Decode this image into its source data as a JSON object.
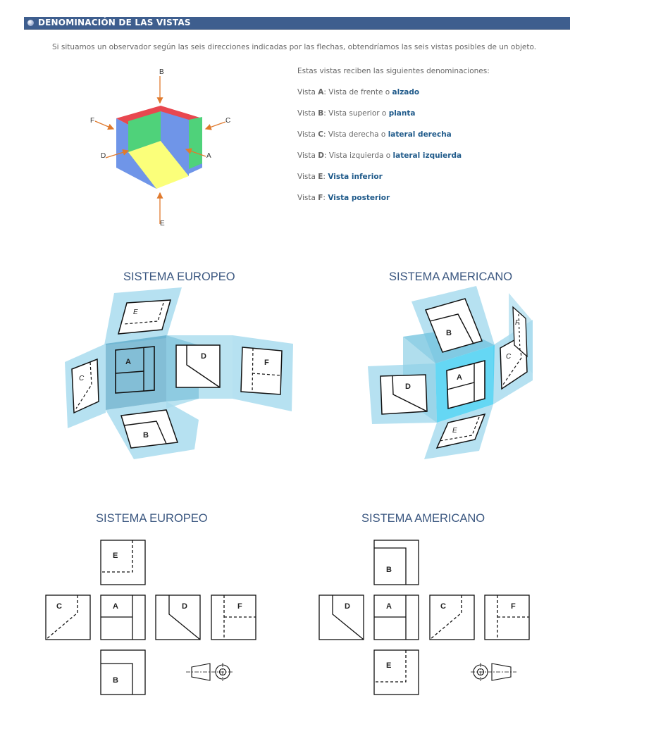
{
  "header": {
    "title": "DENOMINACIÓN DE LAS VISTAS"
  },
  "intro": "Si situamos un observador según las seis direcciones indicadas por las flechas, obtendríamos las seis vistas posibles de un objeto.",
  "views_lead": "Estas vistas reciben las siguientes denominaciones:",
  "views": [
    {
      "prefix": "Vista ",
      "letter": "A",
      "text": ": Vista de frente o ",
      "term": "alzado"
    },
    {
      "prefix": "Vista ",
      "letter": "B",
      "text": ": Vista superior o ",
      "term": "planta"
    },
    {
      "prefix": "Vista ",
      "letter": "C",
      "text": ": Vista derecha o ",
      "term": "lateral derecha"
    },
    {
      "prefix": "Vista ",
      "letter": "D",
      "text": ": Vista izquierda o ",
      "term": "lateral izquierda"
    },
    {
      "prefix": "Vista ",
      "letter": "E",
      "text": ": ",
      "term": "Vista inferior"
    },
    {
      "prefix": "Vista ",
      "letter": "F",
      "text": ": ",
      "term": "Vista posterior"
    }
  ],
  "cube_arrows": [
    "A",
    "B",
    "C",
    "D",
    "E",
    "F"
  ],
  "systems": {
    "european_3d_title": "SISTEMA EUROPEO",
    "american_3d_title": "SISTEMA AMERICANO",
    "european_2d_title": "SISTEMA EUROPEO",
    "american_2d_title": "SISTEMA AMERICANO"
  },
  "view_letters": {
    "a": "A",
    "b": "B",
    "c": "C",
    "d": "D",
    "e": "E",
    "f": "F"
  },
  "colors": {
    "header_bg": "#3e5e8e",
    "term_link": "#1f5a8a",
    "title_blue": "#3b5780",
    "cube_red": "#e8474f",
    "cube_green": "#4fd27a",
    "cube_blue": "#6f95e8",
    "cube_yellow": "#fbff7a",
    "glass_blue": "#a9dcee",
    "arrow_orange": "#e07a2e"
  }
}
